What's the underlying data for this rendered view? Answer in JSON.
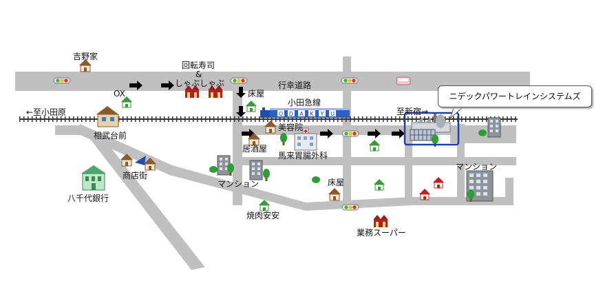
{
  "labels": {
    "yoshinoya": "吉野家",
    "kaiten_sushi": "回転寿司",
    "ampersand": "&",
    "shabu": "しゃぶしゃぶ",
    "ox": "OX",
    "yuka_ya_top": "床屋",
    "gyokoku_road": "行幸道路",
    "odakyu_line": "小田急線",
    "to_odawara": "←至小田原",
    "to_shinjuku": "至新宿→",
    "biyoin": "美容院",
    "sagamudaimae": "相武台前",
    "izakaya": "居酒屋",
    "clinic": "馬来胃腸外科",
    "shotengai": "商店街",
    "mansion_left": "マンション",
    "mansion_right": "マンション",
    "yuka_ya_bottom": "床屋",
    "yachiyo_bank": "八千代銀行",
    "yakiniku": "焼肉安安",
    "gyomu_super": "業務スーパー"
  },
  "callout": "ニデックパワートレインシステムズ",
  "train_text": "ODAKYU",
  "colors": {
    "road": "#c0c0c0",
    "rail": "#333333",
    "highlight": "#1f3fa8",
    "house_red": "#b02020",
    "tree": "#2e9d35"
  }
}
